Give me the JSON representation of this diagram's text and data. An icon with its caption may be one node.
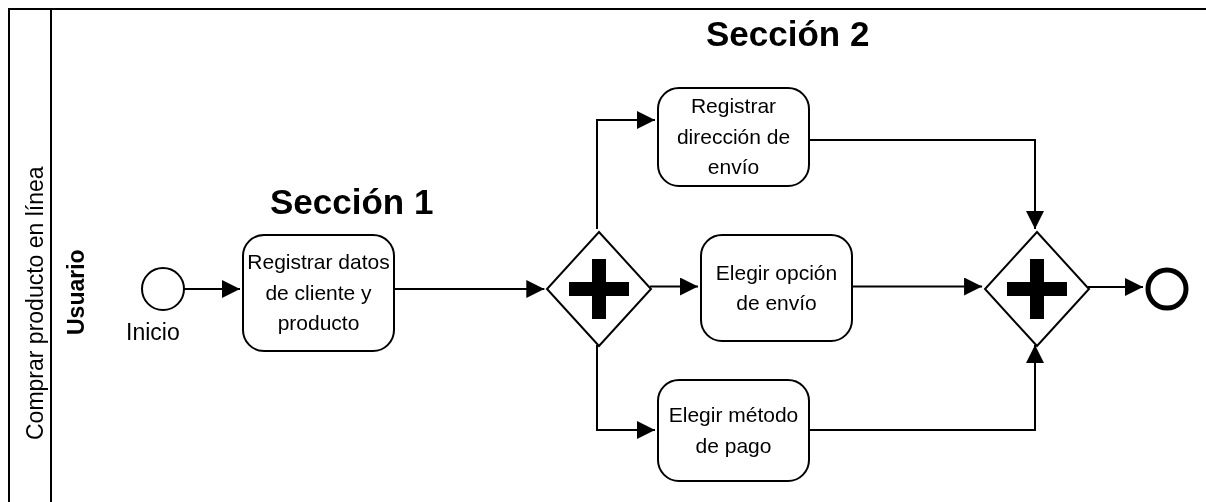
{
  "diagram": {
    "nodes": [
      {
        "text": [
          "Comprar producto en línea"
        ]
      },
      {
        "text": [
          "Usuario"
        ],
        "in": 0
      },
      {
        "text": [],
        "shape": "circle",
        "beside": [
          "Inicio"
        ],
        "in": 1
      },
      {
        "text": [
          "Registrar datos de cliente y producto"
        ],
        "in": 1
      },
      {
        "text": [],
        "shape": "diamond",
        "in": 1
      },
      {
        "text": [
          "Registrar dirección de envío"
        ],
        "in": 1
      },
      {
        "text": [
          "Elegir opción de envío"
        ],
        "in": 1
      },
      {
        "text": [
          "Elegir método de pago"
        ],
        "in": 1
      },
      {
        "text": [],
        "shape": "diamond",
        "in": 1
      },
      {
        "text": [],
        "shape": "circle",
        "in": 1
      }
    ],
    "edges": [
      {
        "from": 2,
        "to": 3,
        "arrow": "to"
      },
      {
        "from": 3,
        "to": 4,
        "arrow": "to"
      },
      {
        "from": 4,
        "to": 5,
        "arrow": "to"
      },
      {
        "from": 4,
        "to": 6,
        "arrow": "to"
      },
      {
        "from": 4,
        "to": 7,
        "arrow": "to"
      },
      {
        "from": 5,
        "to": 8,
        "arrow": "to"
      },
      {
        "from": 6,
        "to": 8,
        "arrow": "to"
      },
      {
        "from": 7,
        "to": 8,
        "arrow": "to"
      },
      {
        "from": 8,
        "to": 9,
        "arrow": "to"
      }
    ],
    "labels": [
      "Sección 2",
      "Sección 1"
    ]
  }
}
